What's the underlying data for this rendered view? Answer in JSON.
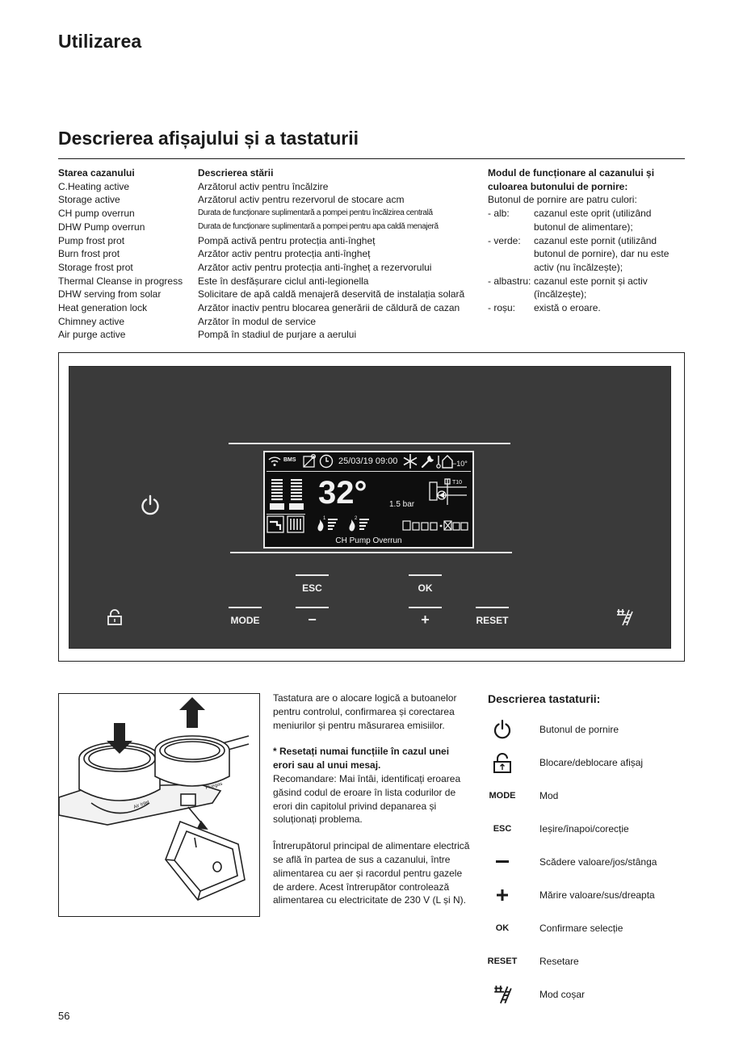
{
  "page": {
    "title": "Utilizarea",
    "section_title": "Descrierea afișajului și a tastaturii",
    "page_number": "56"
  },
  "status_table": {
    "header_state": "Starea cazanului",
    "header_desc": "Descrierea stării",
    "rows": [
      {
        "state": "C.Heating active",
        "desc": "Arzătorul activ pentru încălzire"
      },
      {
        "state": "Storage active",
        "desc": "Arzătorul activ pentru rezervorul de stocare acm"
      },
      {
        "state": "CH pump overrun",
        "desc": "Durata de funcționare suplimentară a pompei pentru încălzirea centrală"
      },
      {
        "state": "DHW Pump overrun",
        "desc": "Durata de funcționare suplimentară a pompei pentru apa caldă menajeră"
      },
      {
        "state": "Pump frost prot",
        "desc": "Pompă activă pentru protecția anti-îngheț"
      },
      {
        "state": "Burn frost prot",
        "desc": "Arzător activ pentru protecția anti-îngheț"
      },
      {
        "state": "Storage frost prot",
        "desc": "Arzător activ pentru protecția anti-îngheț a rezervorului"
      },
      {
        "state": "Thermal Cleanse in progress",
        "desc": "Este în desfășurare ciclul anti-legionella"
      },
      {
        "state": "DHW serving from solar",
        "desc": "Solicitare de apă caldă menajeră deservită de instalația solară"
      },
      {
        "state": "Heat generation lock",
        "desc": "Arzător inactiv pentru blocarea generării de căldură de cazan"
      },
      {
        "state": "Chimney active",
        "desc": "Arzător în modul de service"
      },
      {
        "state": "Air purge active",
        "desc": "Pompă în stadiul de purjare a aerului"
      }
    ]
  },
  "boiler_mode": {
    "header_line1": "Modul de funcționare al cazanului și",
    "header_line2": "culoarea butonului de pornire:",
    "intro": "Butonul de pornire are patru culori:",
    "items": [
      {
        "key": "- alb:",
        "text": "cazanul este oprit (utilizând butonul de alimentare);"
      },
      {
        "key": "- verde:",
        "text": "cazanul este pornit (utilizând butonul de pornire), dar nu este activ (nu încălzește);"
      },
      {
        "key": "- albastru:",
        "text": "cazanul este pornit și activ (încălzește);"
      },
      {
        "key": "- roșu:",
        "text": "există o eroare."
      }
    ]
  },
  "control_panel": {
    "keys": {
      "esc": "ESC",
      "ok": "OK",
      "mode": "MODE",
      "minus": "−",
      "plus": "+",
      "reset": "RESET"
    },
    "lcd": {
      "bms": "BMS",
      "datetime": "25/03/19 09:00",
      "outdoor_temp": "−10°",
      "temperature": "32°",
      "pressure": "1.5 bar",
      "sensor": "T10",
      "status": "CH Pump Overrun",
      "flame1": "1",
      "flame2": "2"
    }
  },
  "explanation": {
    "p1": "Tastatura are o alocare logică a butoanelor pentru controlul, confirmarea și corectarea meniurilor și pentru măsurarea emisiilor.",
    "note_bold": "* Resetați numai funcțiile în cazul unei erori sau al unui mesaj.",
    "note_rest": "Recomandare: Mai întâi, identificați eroarea găsind codul de eroare în lista codurilor de erori din capitolul privind depanarea și soluționați problema.",
    "p2": "Întrerupătorul principal de alimentare electrică se află în partea de sus a cazanului, între alimentarea cu aer și racordul pentru gazele de ardere. Acest întrerupător controlează alimentarea cu electricitate de 230 V (L și N).",
    "air_inlet_label": "Air Inlet",
    "flue_label": "Fluegas"
  },
  "keyboard": {
    "title": "Descrierea tastaturii:",
    "items": [
      {
        "icon": "power-icon",
        "label": "",
        "desc": "Butonul de pornire"
      },
      {
        "icon": "lock-icon",
        "label": "",
        "desc": "Blocare/deblocare afișaj"
      },
      {
        "icon": "",
        "label": "MODE",
        "desc": "Mod"
      },
      {
        "icon": "",
        "label": "ESC",
        "desc": "Ieșire/înapoi/corecție"
      },
      {
        "icon": "minus-icon",
        "label": "",
        "desc": "Scădere valoare/jos/stânga"
      },
      {
        "icon": "plus-icon",
        "label": "",
        "desc": "Mărire valoare/sus/dreapta"
      },
      {
        "icon": "",
        "label": "OK",
        "desc": "Confirmare selecție"
      },
      {
        "icon": "",
        "label": "RESET",
        "desc": "Resetare"
      },
      {
        "icon": "chimney-sweep-icon",
        "label": "",
        "desc": "Mod coșar"
      }
    ]
  }
}
